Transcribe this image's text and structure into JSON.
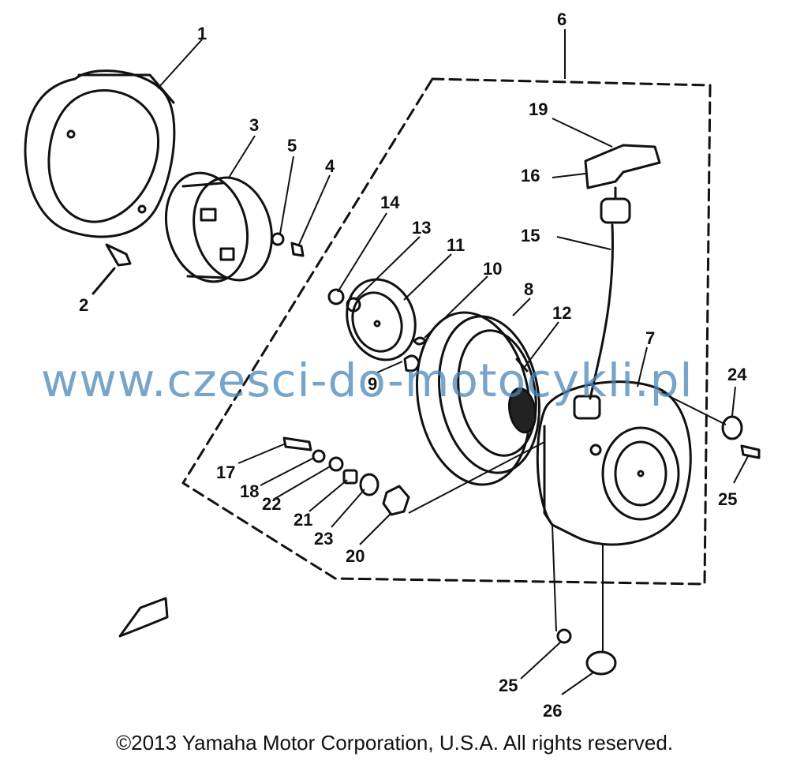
{
  "diagram": {
    "callouts": [
      "1",
      "2",
      "3",
      "4",
      "5",
      "6",
      "7",
      "8",
      "9",
      "10",
      "11",
      "12",
      "13",
      "14",
      "15",
      "16",
      "17",
      "18",
      "19",
      "20",
      "21",
      "22",
      "23",
      "24",
      "25",
      "25",
      "26"
    ],
    "watermark": "www.czesci-do-motocykli.pl",
    "copyright": "©2013 Yamaha Motor Corporation, U.S.A. All rights reserved."
  }
}
